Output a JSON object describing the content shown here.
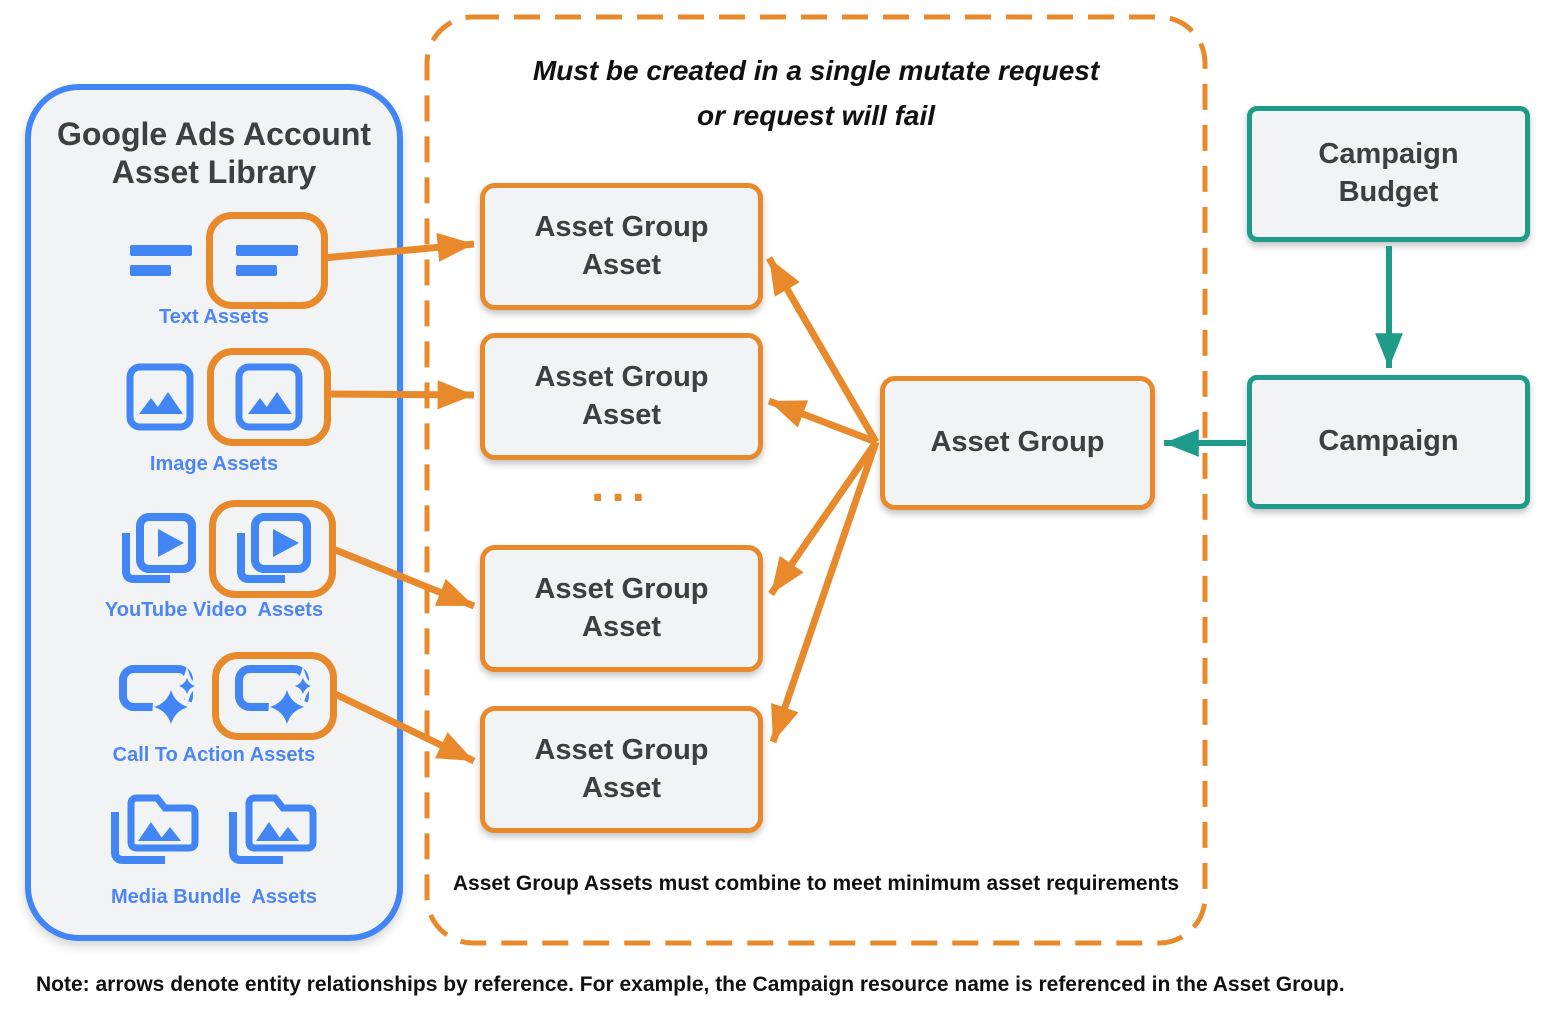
{
  "colors": {
    "blue": "#4285F4",
    "label_blue": "#4D86F2",
    "orange": "#E8892B",
    "teal": "#1F9B8A",
    "box_fill": "#F1F3F4",
    "text_dark": "#3C4043",
    "text_black": "#111111"
  },
  "library": {
    "title": "Google Ads Account\nAsset Library",
    "items": [
      {
        "icon": "text-asset-icon",
        "label": "Text Assets"
      },
      {
        "icon": "image-asset-icon",
        "label": "Image Assets"
      },
      {
        "icon": "youtube-video-asset-icon",
        "label": "YouTube Video  Assets"
      },
      {
        "icon": "call-to-action-asset-icon",
        "label": "Call To Action Assets"
      },
      {
        "icon": "media-bundle-asset-icon",
        "label": "Media Bundle  Assets"
      }
    ]
  },
  "mutate_group": {
    "title": "Must be created in a single mutate request\nor request will fail",
    "asset_box_label": "Asset Group\nAsset",
    "ellipsis": "...",
    "footnote": "Asset Group Assets must combine to meet minimum asset requirements"
  },
  "entities": {
    "asset_group": "Asset Group",
    "campaign_budget": "Campaign\nBudget",
    "campaign": "Campaign"
  },
  "note": "Note: arrows denote entity relationships by reference. For example, the Campaign resource name is referenced in the Asset Group."
}
